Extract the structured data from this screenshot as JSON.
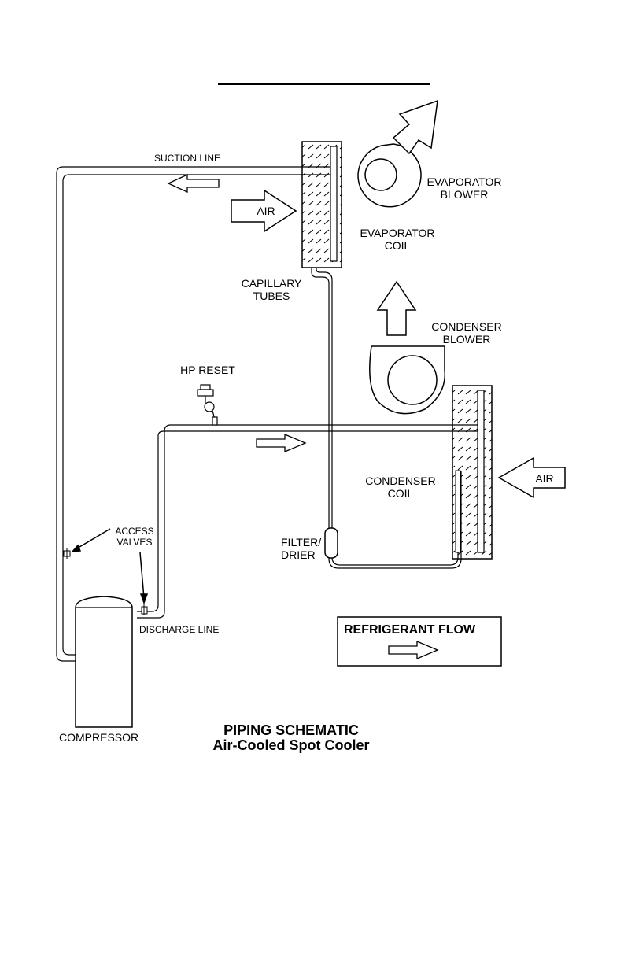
{
  "labels": {
    "suction_line": "SUCTION LINE",
    "air_in_evap": "AIR",
    "evaporator_blower": [
      "EVAPORATOR",
      "BLOWER"
    ],
    "evaporator_coil": [
      "EVAPORATOR",
      "COIL"
    ],
    "capillary_tubes": [
      "CAPILLARY",
      "TUBES"
    ],
    "condenser_blower": [
      "CONDENSER",
      "BLOWER"
    ],
    "hp_reset": "HP RESET",
    "condenser_coil": [
      "CONDENSER",
      "COIL"
    ],
    "air_in_cond": "AIR",
    "access_valves": [
      "ACCESS",
      "VALVES"
    ],
    "filter_drier": [
      "FILTER/",
      "DRIER"
    ],
    "discharge_line": "DISCHARGE LINE",
    "compressor": "COMPRESSOR"
  },
  "legend": {
    "title": "REFRIGERANT FLOW"
  },
  "caption": {
    "line1": "PIPING SCHEMATIC",
    "line2": "Air-Cooled Spot Cooler"
  }
}
